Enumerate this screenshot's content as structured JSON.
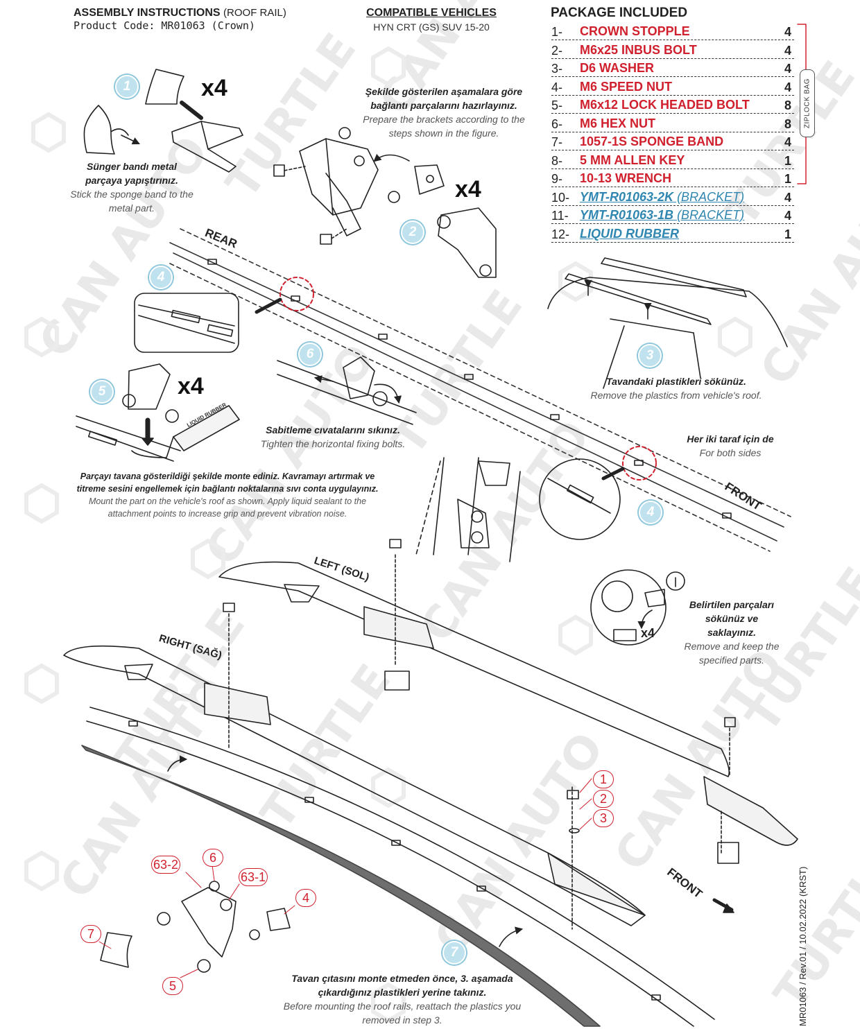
{
  "header": {
    "title": "ASSEMBLY INSTRUCTIONS",
    "title_suffix": "(ROOF RAIL)",
    "product_code": "Product Code: MR01063 (Crown)"
  },
  "compatible": {
    "title": "COMPATIBLE VEHICLES",
    "vehicle": "HYN CRT (GS) SUV 15-20"
  },
  "package": {
    "title": "PACKAGE INCLUDED",
    "ziplock_label": "ZIPLOCK BAG",
    "items": [
      {
        "num": "1-",
        "name": "CROWN STOPPLE",
        "tag": "",
        "qty": "4",
        "color": "red"
      },
      {
        "num": "2-",
        "name": "M6x25 INBUS BOLT",
        "tag": "",
        "qty": "4",
        "color": "red"
      },
      {
        "num": "3-",
        "name": "D6 WASHER",
        "tag": "",
        "qty": "4",
        "color": "red"
      },
      {
        "num": "4-",
        "name": "M6 SPEED NUT",
        "tag": "",
        "qty": "4",
        "color": "red"
      },
      {
        "num": "5-",
        "name": "M6x12 LOCK HEADED BOLT",
        "tag": "",
        "qty": "8",
        "color": "red"
      },
      {
        "num": "6-",
        "name": "M6 HEX NUT",
        "tag": "",
        "qty": "8",
        "color": "red"
      },
      {
        "num": "7-",
        "name": "1057-1S SPONGE BAND",
        "tag": "",
        "qty": "4",
        "color": "red"
      },
      {
        "num": "8-",
        "name": "5 MM ALLEN KEY",
        "tag": "",
        "qty": "1",
        "color": "red"
      },
      {
        "num": "9-",
        "name": "10-13 WRENCH",
        "tag": "",
        "qty": "1",
        "color": "red"
      },
      {
        "num": "10-",
        "name": "YMT-R01063-2K",
        "tag": " (BRACKET)",
        "qty": "4",
        "color": "blue"
      },
      {
        "num": "11-",
        "name": "YMT-R01063-1B",
        "tag": " (BRACKET)",
        "qty": "4",
        "color": "blue"
      },
      {
        "num": "12-",
        "name": "LIQUID RUBBER",
        "tag": "",
        "qty": "1",
        "color": "blue"
      }
    ]
  },
  "steps": {
    "s1": {
      "num": "1",
      "multiplier": "x4",
      "tr": "Sünger bandı metal parçaya yapıştırınız.",
      "en": "Stick the sponge band to the metal part."
    },
    "s2": {
      "num": "2",
      "multiplier": "x4",
      "tr": "Şekilde gösterilen aşamalara göre bağlantı parçalarını hazırlayınız.",
      "en": "Prepare the brackets according to the steps shown in the figure."
    },
    "s3": {
      "num": "3",
      "tr": "Tavandaki plastikleri sökünüz.",
      "en": "Remove the plastics from vehicle's roof."
    },
    "s4": {
      "num": "4",
      "tr": "Her iki taraf için de",
      "en": "For both sides"
    },
    "s5": {
      "num": "5",
      "multiplier": "x4",
      "tube_text": "LIQUID RUBBER",
      "tr": "Parçayı tavana gösterildiği şekilde monte ediniz. Kavramayı artırmak ve titreme sesini engellemek için bağlantı noktalarına sıvı conta uygulayınız.",
      "en": "Mount the part on the vehicle's roof as shown. Apply liquid sealant to the attachment points to increase grip and prevent vibration noise."
    },
    "s6": {
      "num": "6",
      "tr": "Sabitleme cıvatalarını sıkınız.",
      "en": "Tighten the horizontal fixing bolts."
    },
    "s7": {
      "num": "7",
      "tr": "Tavan çıtasını monte etmeden önce, 3. aşamada çıkardığınız plastikleri yerine takınız.",
      "en": "Before mounting the roof rails, reattach the plastics you removed in step 3."
    },
    "info": {
      "multiplier": "x4",
      "tr": "Belirtilen parçaları sökünüz ve saklayınız.",
      "en": "Remove and keep the specified parts."
    }
  },
  "labels": {
    "rear": "REAR",
    "front": "FRONT",
    "left": "LEFT (SOL)",
    "right": "RIGHT (SAĞ)",
    "front_arrow": "FRONT"
  },
  "callouts": {
    "c1": "1",
    "c2": "2",
    "c3": "3",
    "c4": "4",
    "c5": "5",
    "c6": "6",
    "c7": "7",
    "c63_2": "63-2",
    "c63_1": "63-1"
  },
  "watermark": {
    "brand1": "CAN AUTO",
    "brand2": "TURTLE"
  },
  "footer": "MR01063 / Rev.01 / 10.02.2022 (KRST)"
}
